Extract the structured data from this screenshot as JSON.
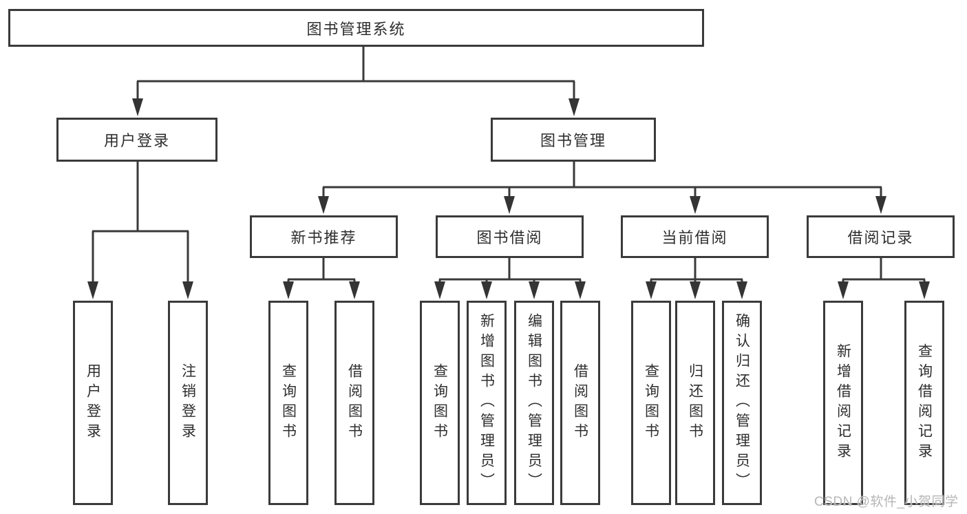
{
  "diagram": {
    "root": {
      "label": "图书管理系统"
    },
    "level2": [
      {
        "label": "用户登录"
      },
      {
        "label": "图书管理"
      }
    ],
    "level3": [
      {
        "label": "新书推荐",
        "parent": "图书管理"
      },
      {
        "label": "图书借阅",
        "parent": "图书管理"
      },
      {
        "label": "当前借阅",
        "parent": "图书管理"
      },
      {
        "label": "借阅记录",
        "parent": "图书管理"
      }
    ],
    "leaves": [
      {
        "label": "用户登录",
        "parent": "用户登录"
      },
      {
        "label": "注销登录",
        "parent": "用户登录"
      },
      {
        "label": "查询图书",
        "parent": "新书推荐"
      },
      {
        "label": "借阅图书",
        "parent": "新书推荐"
      },
      {
        "label": "查询图书",
        "parent": "图书借阅"
      },
      {
        "label": "新增图书（管理员）",
        "parent": "图书借阅"
      },
      {
        "label": "编辑图书（管理员）",
        "parent": "图书借阅"
      },
      {
        "label": "借阅图书",
        "parent": "图书借阅"
      },
      {
        "label": "查询图书",
        "parent": "当前借阅"
      },
      {
        "label": "归还图书",
        "parent": "当前借阅"
      },
      {
        "label": "确认归还（管理员）",
        "parent": "当前借阅"
      },
      {
        "label": "新增借阅记录",
        "parent": "借阅记录"
      },
      {
        "label": "查询借阅记录",
        "parent": "借阅记录"
      }
    ]
  },
  "watermark": {
    "text": "CSDN @软件_小贺同学"
  },
  "colors": {
    "line": "#3a3a3a",
    "box_border": "#3a3a3a",
    "box_fill": "#ffffff",
    "text": "#2e2e2e",
    "watermark": "#b6b6b6"
  }
}
